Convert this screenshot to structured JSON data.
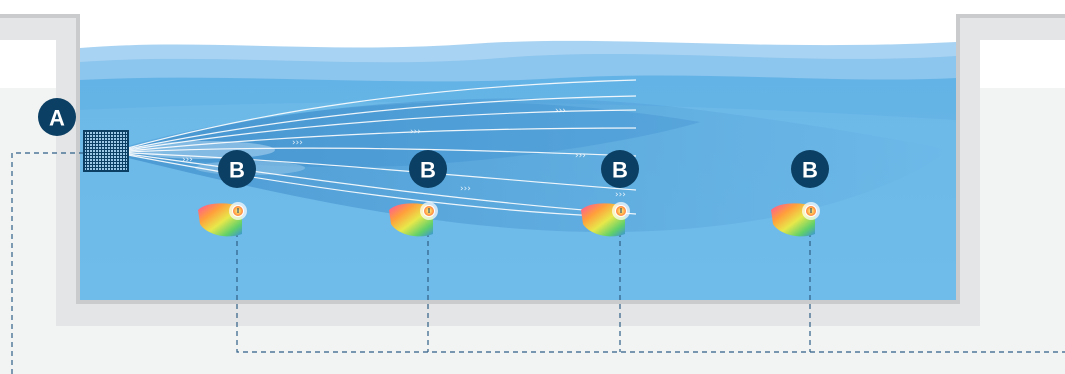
{
  "labels": {
    "inlet": "A",
    "lights": [
      "B",
      "B",
      "B",
      "B"
    ]
  },
  "colors": {
    "badge": "#0b3f63",
    "water_deep": "#58a9df",
    "water_light": "#8fc6ee",
    "pool_wall": "#e4e5e6",
    "pool_rim": "#c9cbcd",
    "ground": "#f2f3f3",
    "pipe_dash": "#2f5f86",
    "flow_lines": "#ffffff"
  },
  "icons": {
    "inlet": "grille-inlet-icon",
    "light": "rgb-pool-light-icon"
  }
}
